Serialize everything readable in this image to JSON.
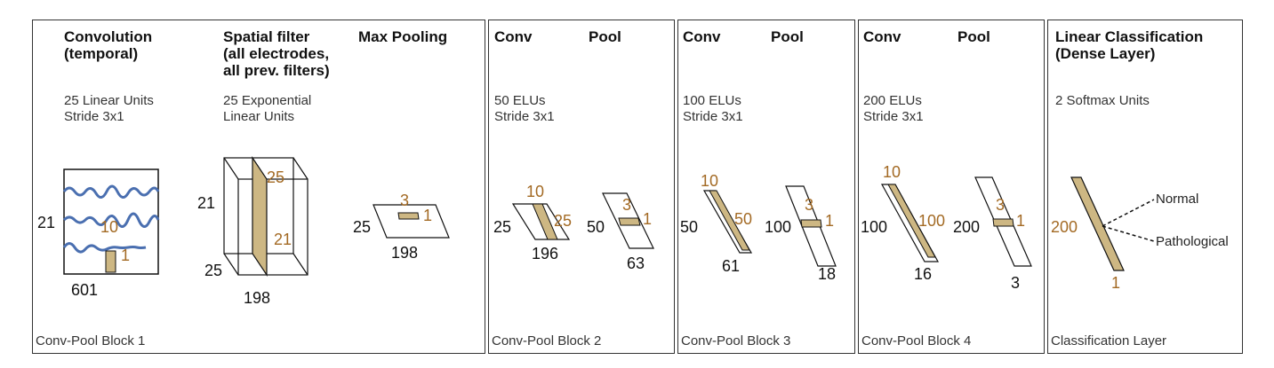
{
  "block1": {
    "conv_title": "Convolution\n(temporal)",
    "spatial_title": "Spatial filter\n(all electrodes,\nall prev. filters)",
    "pool_title": "Max Pooling",
    "conv_desc": "25 Linear Units\nStride 3x1",
    "spatial_desc": "25 Exponential\n Linear Units",
    "footer": "Conv-Pool Block 1",
    "input_h": "21",
    "input_w": "601",
    "kernel_h": "10",
    "kernel_w": "1",
    "cube_h": "21",
    "cube_d": "25",
    "cube_w": "198",
    "filter_d": "25",
    "filter_h": "21",
    "pool_in_d": "25",
    "pool_in_w": "198",
    "pool_k_h": "3",
    "pool_k_w": "1"
  },
  "block2": {
    "conv_title": "Conv",
    "pool_title": "Pool",
    "desc": "50 ELUs\nStride 3x1",
    "footer": "Conv-Pool Block 2",
    "conv_k": "10",
    "conv_in_d": "25",
    "conv_k_d": "25",
    "conv_w": "196",
    "pool_in": "50",
    "pool_k_h": "3",
    "pool_k_w": "1",
    "pool_out": "63"
  },
  "block3": {
    "conv_title": "Conv",
    "pool_title": "Pool",
    "desc": "100 ELUs\nStride 3x1",
    "footer": "Conv-Pool Block 3",
    "conv_k": "10",
    "conv_in_d": "50",
    "conv_k_d": "50",
    "conv_w": "61",
    "pool_in": "100",
    "pool_k_h": "3",
    "pool_k_w": "1",
    "pool_out": "18"
  },
  "block4": {
    "conv_title": "Conv",
    "pool_title": "Pool",
    "desc": "200 ELUs\nStride 3x1",
    "footer": "Conv-Pool Block 4",
    "conv_k": "10",
    "conv_in_d": "100",
    "conv_k_d": "100",
    "conv_w": "16",
    "pool_in": "200",
    "pool_k_h": "3",
    "pool_k_w": "1",
    "pool_out": "3"
  },
  "classifier": {
    "title": "Linear Classification\n(Dense Layer)",
    "desc": "2 Softmax Units",
    "footer": "Classification Layer",
    "in_d": "200",
    "k_w": "1",
    "out1": "Normal",
    "out2": "Pathological"
  },
  "colors": {
    "filter_fill": "#cdb783",
    "number_brown": "#a36a24",
    "signal_blue": "#4a6fb0"
  }
}
